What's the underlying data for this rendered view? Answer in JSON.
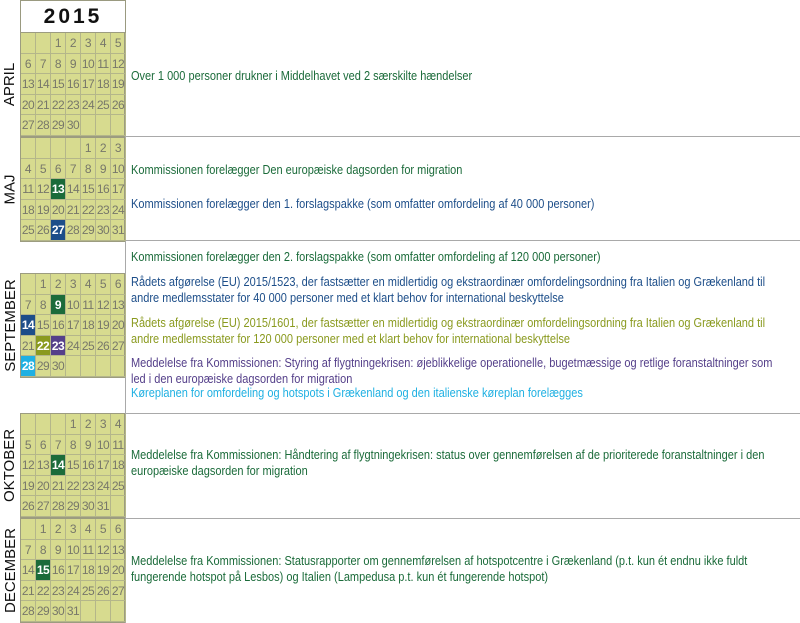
{
  "year": "2015",
  "colors": {
    "green": "#1b6b3a",
    "blue": "#1d4e89",
    "olive": "#8a9a1f",
    "purple": "#55408a",
    "cyan": "#1fb0e2"
  },
  "months": [
    {
      "name": "APRIL",
      "offset": 2,
      "days": 30,
      "highlights": {}
    },
    {
      "name": "MAJ",
      "offset": 4,
      "days": 31,
      "highlights": {
        "13": "green",
        "27": "blue"
      }
    },
    {
      "name": "SEPTEMBER",
      "offset": 1,
      "days": 30,
      "highlights": {
        "9": "green",
        "14": "blue",
        "22": "olive",
        "23": "purple",
        "28": "cyan"
      }
    },
    {
      "name": "OKTOBER",
      "offset": 3,
      "days": 31,
      "highlights": {
        "14": "green"
      }
    },
    {
      "name": "DECEMBER",
      "offset": 1,
      "days": 31,
      "highlights": {
        "15": "green"
      }
    }
  ],
  "events": [
    {
      "color": "green",
      "lines": [
        "Over 1 000 personer drukner i Middelhavet ved 2 særskilte hændelser"
      ]
    },
    {
      "color": "green",
      "lines": [
        "Kommissionen forelægger Den europæiske dagsorden for migration"
      ]
    },
    {
      "color": "blue",
      "lines": [
        "Kommissionen forelægger den 1. forslagspakke (som omfatter omfordeling af 40 000 personer)"
      ]
    },
    {
      "color": "green",
      "lines": [
        "Kommissionen forelægger den 2. forslagspakke (som omfatter omfordeling af 120 000 personer)"
      ]
    },
    {
      "color": "blue",
      "lines": [
        "Rådets afgørelse (EU) 2015/1523, der fastsætter en midlertidig og ekstraordinær omfordelingsordning fra Italien og Grækenland til",
        "andre medlemsstater for 40 000 personer med et klart behov for international beskyttelse"
      ]
    },
    {
      "color": "olive",
      "lines": [
        "Rådets afgørelse (EU) 2015/1601, der fastsætter en midlertidig og ekstraordinær omfordelingsordning fra Italien og Grækenland til",
        "andre medlemsstater for 120 000 personer med et klart behov for international beskyttelse"
      ]
    },
    {
      "color": "purple",
      "lines": [
        "Meddelelse fra Kommissionen: Styring af flygtningekrisen: øjeblikkelige operationelle, bugetmæssige og retlige foranstaltninger som",
        "led i den europæiske dagsorden for migration"
      ]
    },
    {
      "color": "cyan",
      "lines": [
        "Køreplanen for omfordeling og hotspots i Grækenland og den italienske køreplan forelægges"
      ]
    },
    {
      "color": "green",
      "lines": [
        "Meddelelse fra Kommissionen: Håndtering af flygtningekrisen: status over gennemførelsen af de prioriterede foranstaltninger i den",
        "europæiske dagsorden for migration"
      ]
    },
    {
      "color": "green",
      "lines": [
        "Meddelelse fra Kommissionen: Statusrapporter om gennemførelsen af hotspotcentre i Grækenland (p.t. kun ét endnu ikke fuldt",
        "fungerende hotspot på Lesbos) og Italien (Lampedusa p.t. kun ét fungerende hotspot)"
      ]
    }
  ]
}
